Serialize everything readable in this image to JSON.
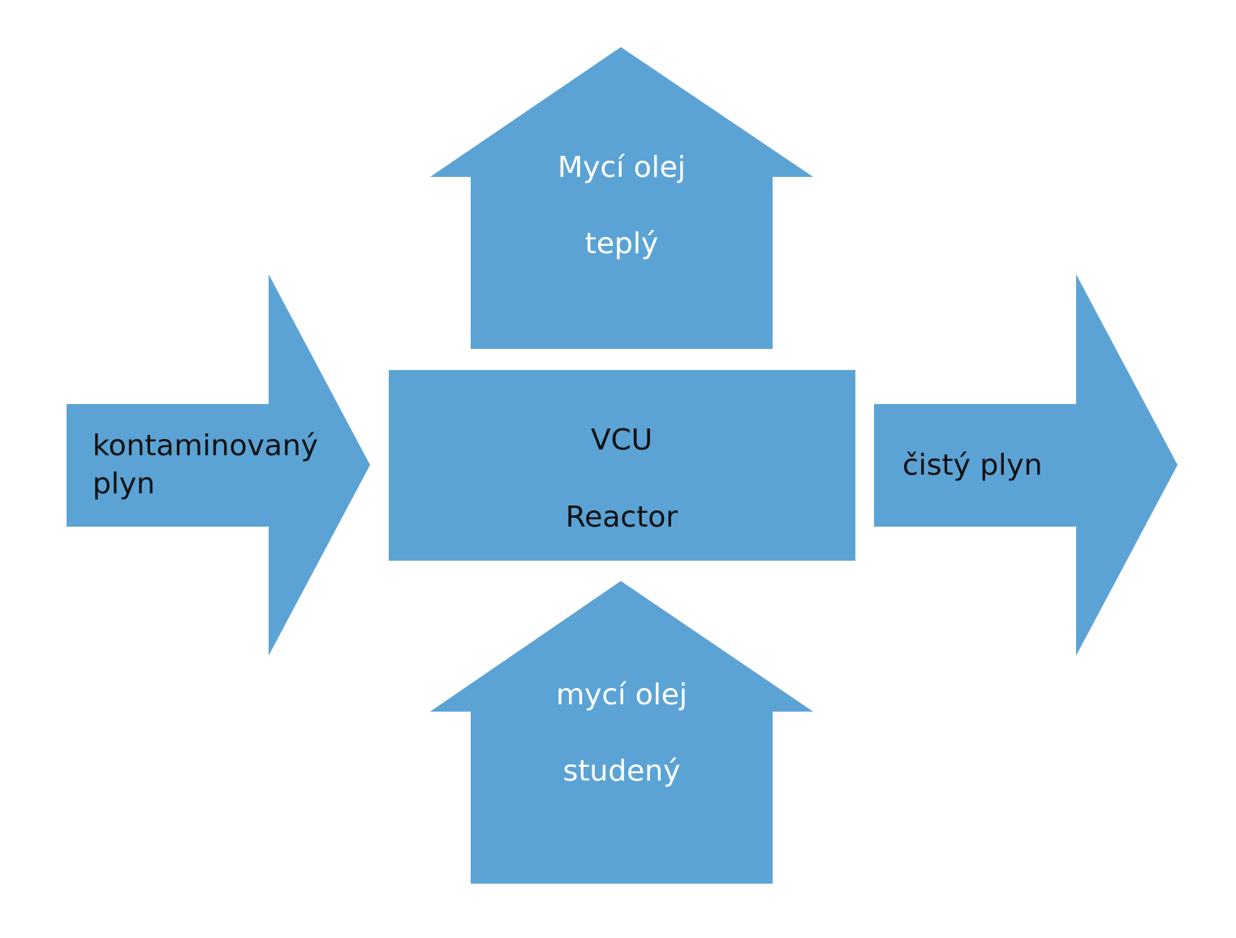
{
  "colors": {
    "shape_fill": "#5ba3d5",
    "text_dark": "#111111",
    "text_light": "#ffffff"
  },
  "center_box": {
    "line1": "VCU",
    "line2": "Reactor"
  },
  "top_arrow": {
    "line1": "Mycí olej",
    "line2": "teplý"
  },
  "bottom_arrow": {
    "line1": "mycí olej",
    "line2": "studený"
  },
  "left_arrow": {
    "line1": "kontaminovaný",
    "line2": "plyn"
  },
  "right_arrow": {
    "line1": "čistý plyn"
  }
}
